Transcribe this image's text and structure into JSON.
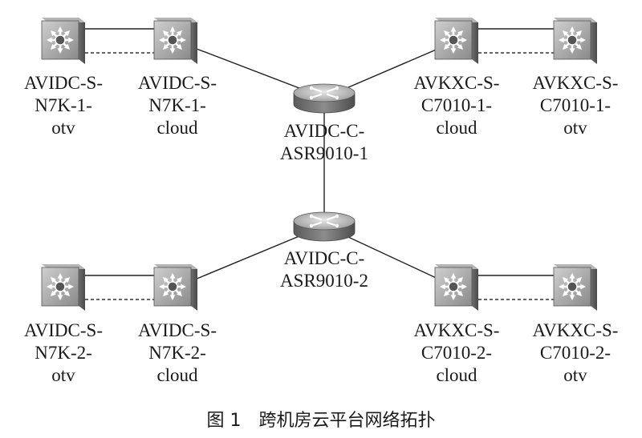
{
  "diagram": {
    "nodes": [
      {
        "id": "s1",
        "kind": "switch",
        "label": [
          "AVIDC-S-",
          "N7K-1-",
          "otv"
        ]
      },
      {
        "id": "s2",
        "kind": "switch",
        "label": [
          "AVIDC-S-",
          "N7K-1-",
          "cloud"
        ]
      },
      {
        "id": "s3",
        "kind": "switch",
        "label": [
          "AVKXC-S-",
          "C7010-1-",
          "cloud"
        ]
      },
      {
        "id": "s4",
        "kind": "switch",
        "label": [
          "AVKXC-S-",
          "C7010-1-",
          "otv"
        ]
      },
      {
        "id": "r1",
        "kind": "router",
        "label": [
          "AVIDC-C-",
          "ASR9010-1"
        ]
      },
      {
        "id": "r2",
        "kind": "router",
        "label": [
          "AVIDC-C-",
          "ASR9010-2"
        ]
      },
      {
        "id": "s5",
        "kind": "switch",
        "label": [
          "AVIDC-S-",
          "N7K-2-",
          "otv"
        ]
      },
      {
        "id": "s6",
        "kind": "switch",
        "label": [
          "AVIDC-S-",
          "N7K-2-",
          "cloud"
        ]
      },
      {
        "id": "s7",
        "kind": "switch",
        "label": [
          "AVKXC-S-",
          "C7010-2-",
          "cloud"
        ]
      },
      {
        "id": "s8",
        "kind": "switch",
        "label": [
          "AVKXC-S-",
          "C7010-2-",
          "otv"
        ]
      }
    ],
    "links": [
      {
        "from": "s1",
        "to": "s2",
        "style": "double"
      },
      {
        "from": "s3",
        "to": "s4",
        "style": "double"
      },
      {
        "from": "s5",
        "to": "s6",
        "style": "double"
      },
      {
        "from": "s7",
        "to": "s8",
        "style": "double"
      },
      {
        "from": "s2",
        "to": "r1",
        "style": "solid"
      },
      {
        "from": "s3",
        "to": "r1",
        "style": "solid"
      },
      {
        "from": "r1",
        "to": "r2",
        "style": "solid"
      },
      {
        "from": "s6",
        "to": "r2",
        "style": "solid"
      },
      {
        "from": "s7",
        "to": "r2",
        "style": "solid"
      }
    ]
  },
  "caption": "图 1　跨机房云平台网络拓扑"
}
